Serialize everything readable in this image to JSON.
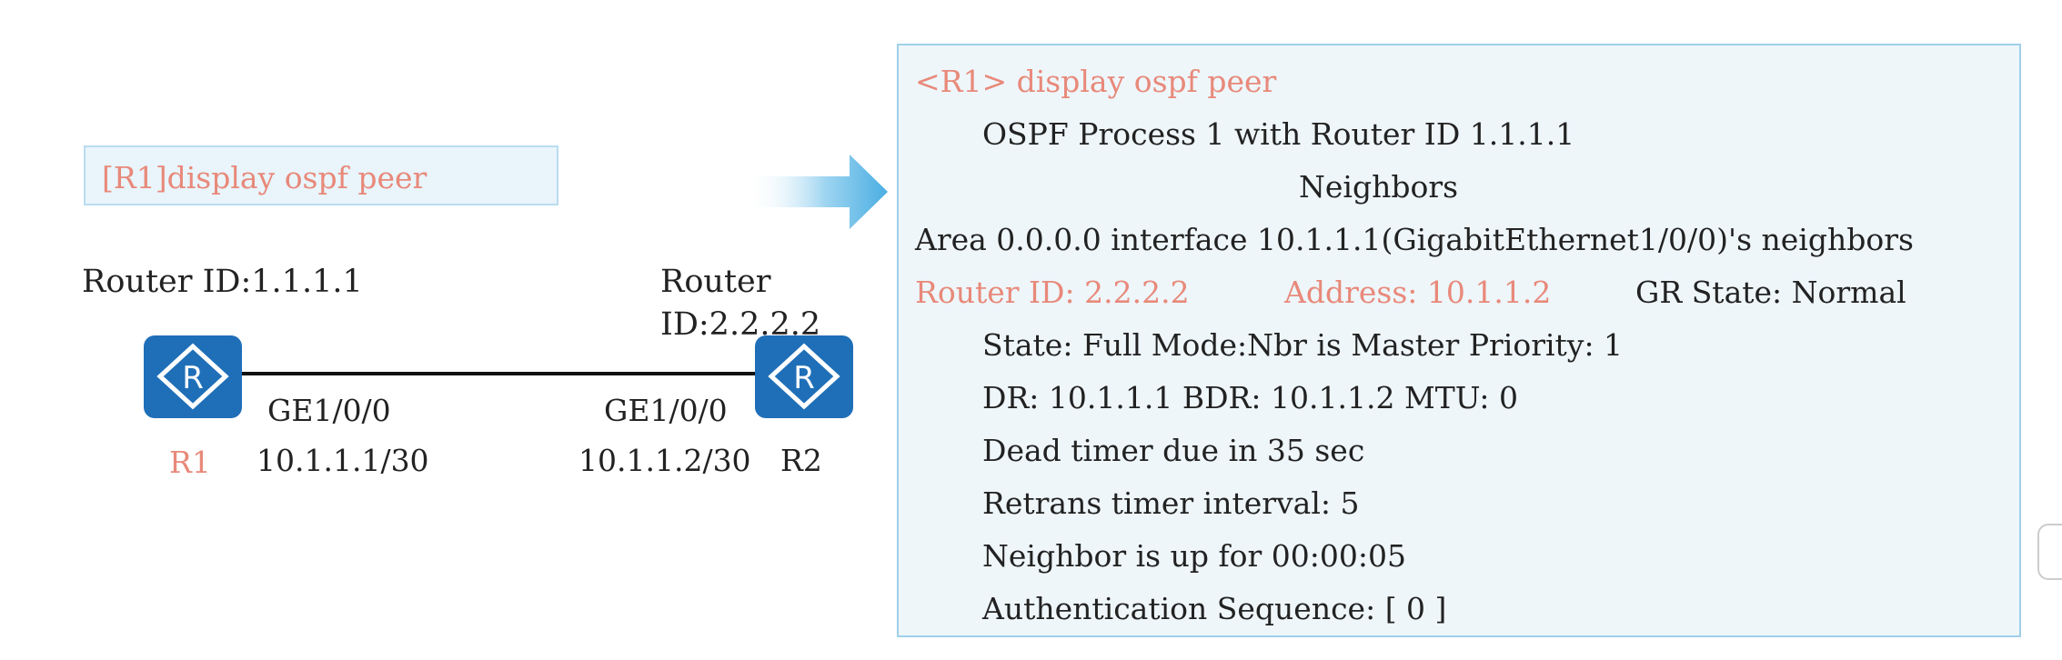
{
  "command_box": {
    "text": "[R1]display ospf peer"
  },
  "topology": {
    "r1": {
      "router_id_label": "Router ID:1.1.1.1",
      "interface": "GE1/0/0",
      "ip": "10.1.1.1/30",
      "name": "R1",
      "icon_letter": "R"
    },
    "r2": {
      "router_id_line1": "Router",
      "router_id_line2": "ID:2.2.2.2",
      "interface": "GE1/0/0",
      "ip": "10.1.1.2/30",
      "name": "R2",
      "icon_letter": "R"
    }
  },
  "output": {
    "prompt": "<R1> display ospf peer",
    "process": "OSPF Process 1 with Router ID 1.1.1.1",
    "neighbors_heading": "Neighbors",
    "area_line": "Area 0.0.0.0 interface 10.1.1.1(GigabitEthernet1/0/0)'s neighbors",
    "router_id": "Router ID: 2.2.2.2",
    "address": "Address: 10.1.1.2",
    "gr_state": "GR State: Normal",
    "state_line": "State: Full  Mode:Nbr is  Master  Priority: 1",
    "dr_line": "DR: 10.1.1.1  BDR: 10.1.1.2  MTU: 0",
    "dead_timer": "Dead timer due in 35  sec",
    "retrans": "Retrans timer interval: 5",
    "up_for": "Neighbor is up for 00:00:05",
    "auth": "Authentication Sequence: [ 0 ]"
  },
  "colors": {
    "highlight": "#e8897a",
    "router_icon": "#1f6fb8",
    "panel_border": "#9fd0e8",
    "arrow": "#4aaee2"
  }
}
